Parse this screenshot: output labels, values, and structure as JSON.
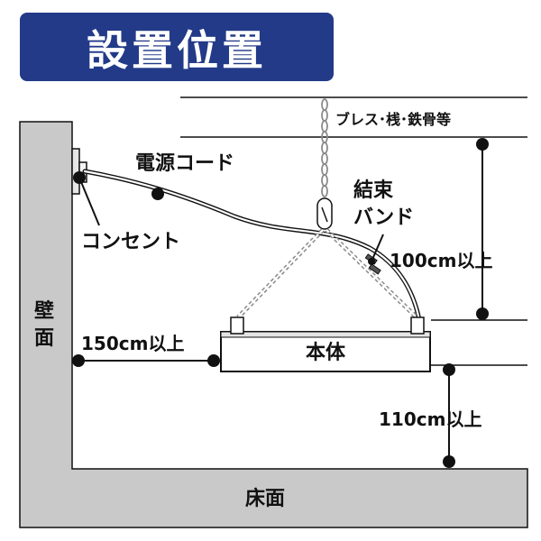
{
  "title": "設置位置",
  "labels": {
    "ceiling": "ブレス･桟･鉄骨等",
    "power_cord": "電源コード",
    "outlet": "コンセント",
    "tie_band_line1": "結束",
    "tie_band_line2": "バンド",
    "wall_line1": "壁",
    "wall_line2": "面",
    "dist_ceiling": "100cm以上",
    "dist_wall": "150cm以上",
    "unit_body": "本体",
    "dist_floor": "110cm以上",
    "floor": "床面"
  },
  "colors": {
    "title_bg": "#223a88",
    "title_text": "#ffffff",
    "wall_fill": "#c9c9c9",
    "line": "#111111",
    "chain": "#8a8a8a"
  }
}
